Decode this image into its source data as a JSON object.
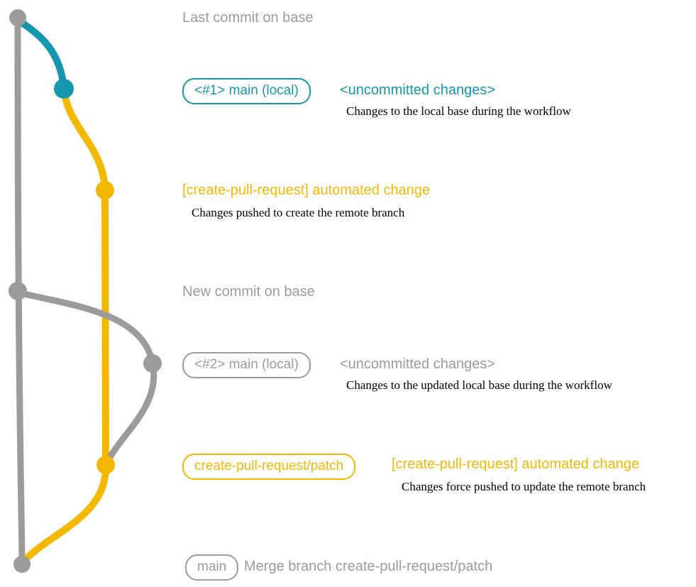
{
  "colors": {
    "gray": "#9b9b9b",
    "teal": "#1598af",
    "yellow": "#f5b800"
  },
  "annotations": {
    "last_commit_label": "Last commit on base",
    "row1": {
      "badge": "<#1> main (local)",
      "status": "<uncommitted changes>",
      "description": "Changes to the local base during the workflow"
    },
    "row2": {
      "title": "[create-pull-request] automated change",
      "description": "Changes pushed to create the remote branch"
    },
    "new_commit_label": "New commit on base",
    "row3": {
      "badge": "<#2> main (local)",
      "status": "<uncommitted changes>",
      "description": "Changes to the updated local base during the workflow"
    },
    "row4": {
      "badge": "create-pull-request/patch",
      "title": "[create-pull-request] automated change",
      "description": "Changes force pushed to update the remote branch"
    },
    "row5": {
      "badge": "main",
      "title": "Merge branch create-pull-request/patch"
    }
  }
}
